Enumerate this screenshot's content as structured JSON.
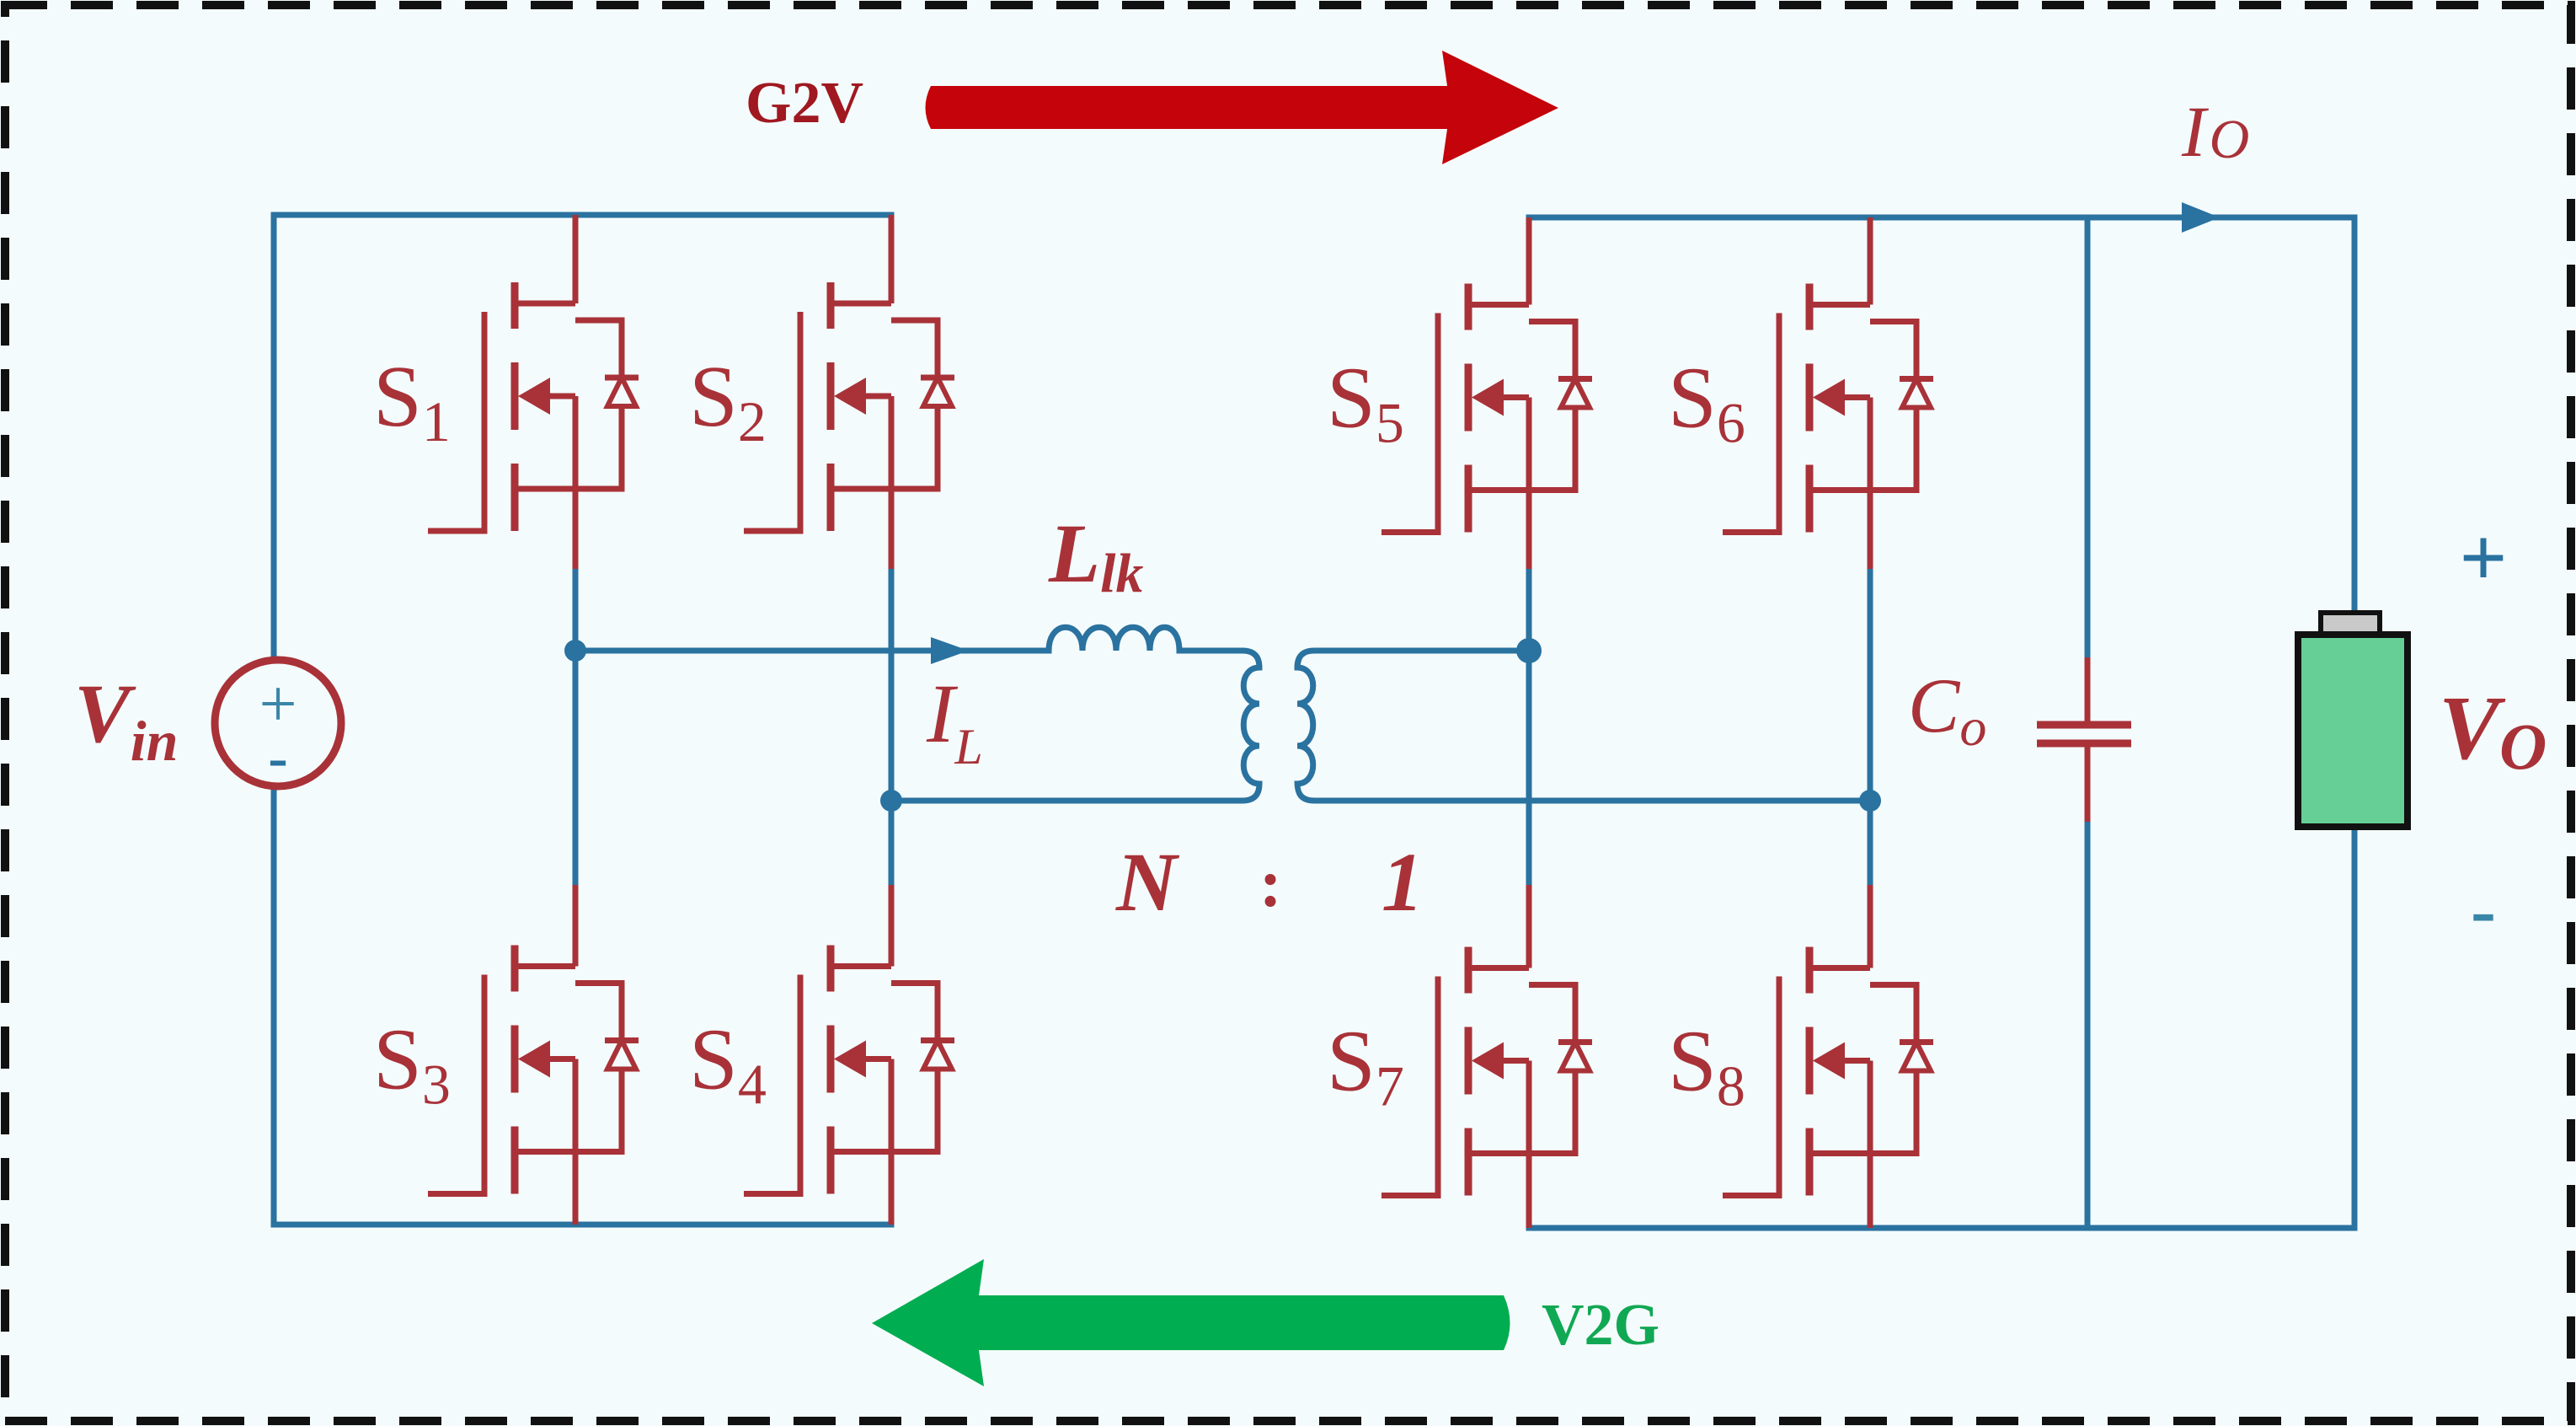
{
  "colors": {
    "wire": "#2a72a0",
    "component": "#a83238",
    "g2v_arrow": "#c4040a",
    "v2g_arrow": "#00ad50",
    "battery_fill": "#66cf96",
    "battery_cap": "#c9c9c9",
    "border": "#111111",
    "background": "#f4fbfc"
  },
  "flow": {
    "g2v": {
      "label": "G2V",
      "direction": "right"
    },
    "v2g": {
      "label": "V2G",
      "direction": "left"
    }
  },
  "source": {
    "label_main": "V",
    "label_sub": "in",
    "plus": "+",
    "minus": "-"
  },
  "switches": [
    {
      "id": "S1",
      "main": "S",
      "sub": "1"
    },
    {
      "id": "S2",
      "main": "S",
      "sub": "2"
    },
    {
      "id": "S3",
      "main": "S",
      "sub": "3"
    },
    {
      "id": "S4",
      "main": "S",
      "sub": "4"
    },
    {
      "id": "S5",
      "main": "S",
      "sub": "5"
    },
    {
      "id": "S6",
      "main": "S",
      "sub": "6"
    },
    {
      "id": "S7",
      "main": "S",
      "sub": "7"
    },
    {
      "id": "S8",
      "main": "S",
      "sub": "8"
    }
  ],
  "inductor": {
    "main": "L",
    "sub": "lk"
  },
  "inductor_current": {
    "main": "I",
    "sub": "L"
  },
  "transformer": {
    "ratio_left": "N",
    "ratio_sep": ":",
    "ratio_right": "1"
  },
  "capacitor": {
    "main": "C",
    "sub": "o"
  },
  "output_current": {
    "main": "I",
    "sub": "O"
  },
  "battery": {
    "main": "V",
    "sub": "O",
    "plus": "+",
    "minus": "-"
  }
}
